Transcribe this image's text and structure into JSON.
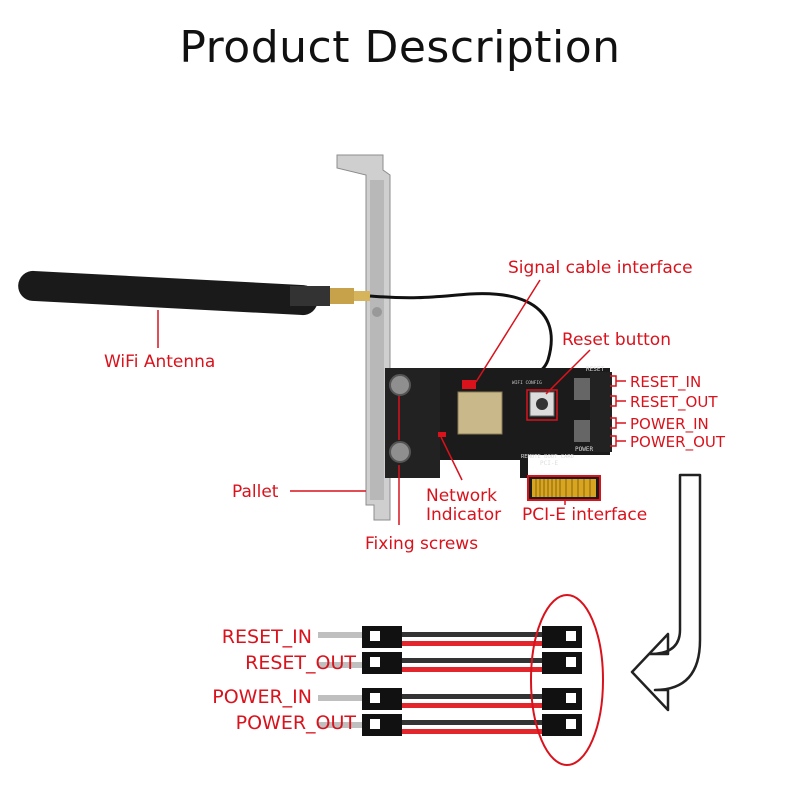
{
  "title": "Product Description",
  "labels": {
    "signal_cable_interface": "Signal cable interface",
    "reset_button": "Reset button",
    "wifi_antenna": "WiFi Antenna",
    "pallet": "Pallet",
    "network_indicator_line1": "Network",
    "network_indicator_line2": "Indicator",
    "pcie_interface": "PCI-E interface",
    "fixing_screws": "Fixing screws"
  },
  "pins": [
    "RESET_IN",
    "RESET_OUT",
    "POWER_IN",
    "POWER_OUT"
  ],
  "cables": [
    "RESET_IN",
    "RESET_OUT",
    "POWER_IN",
    "POWER_OUT"
  ],
  "board_print": {
    "reset": "RESET",
    "power": "POWER",
    "name": "REMOTE BOOT CARD",
    "bus": "PCI-E",
    "wifi": "WIFI CONFIG"
  },
  "colors": {
    "label": "#d9121c",
    "board": "#1b1b1b",
    "bracket": "#c9c9c9",
    "gold": "#d8a520",
    "wire_red": "#e3262c"
  }
}
